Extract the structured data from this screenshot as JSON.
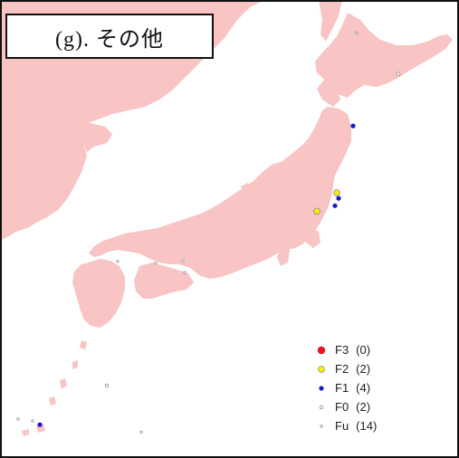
{
  "title": "(g). その他",
  "colors": {
    "land": "#f8c4c4",
    "frame": "#111111",
    "background": "#ffffff"
  },
  "legend": [
    {
      "label": "F3",
      "count": "(0)",
      "color": "#e8141e",
      "size": "large"
    },
    {
      "label": "F2",
      "count": "(2)",
      "color": "#ffee00",
      "size": "medium",
      "outline": "#888888"
    },
    {
      "label": "F1",
      "count": "(4)",
      "color": "#1a1acc",
      "size": "small"
    },
    {
      "label": "F0",
      "count": "(2)",
      "color": "#ffffff",
      "size": "xsmall",
      "outline": "#888888"
    },
    {
      "label": "Fu",
      "count": "(14)",
      "color": "#ffffff",
      "size": "tiny",
      "outline": "#999999"
    }
  ],
  "markers": [
    {
      "class": "F2",
      "lat": 36.9,
      "lon": 140.6
    },
    {
      "class": "F2",
      "lat": 35.9,
      "lon": 139.5
    },
    {
      "class": "F1",
      "lat": 40.5,
      "lon": 141.5
    },
    {
      "class": "F1",
      "lat": 36.6,
      "lon": 140.7
    },
    {
      "class": "F1",
      "lat": 36.2,
      "lon": 140.5
    },
    {
      "class": "F1",
      "lat": 24.4,
      "lon": 124.2
    },
    {
      "class": "F0",
      "lat": 43.3,
      "lon": 144.0
    },
    {
      "class": "F0",
      "lat": 26.5,
      "lon": 127.9
    },
    {
      "class": "Fu",
      "lat": 45.5,
      "lon": 141.7
    },
    {
      "class": "Fu",
      "lat": 33.2,
      "lon": 128.5
    },
    {
      "class": "Fu",
      "lat": 33.1,
      "lon": 130.6
    },
    {
      "class": "Fu",
      "lat": 33.2,
      "lon": 132.1
    },
    {
      "class": "Fu",
      "lat": 32.6,
      "lon": 132.2
    },
    {
      "class": "Fu",
      "lat": 24.7,
      "lon": 123.0
    },
    {
      "class": "Fu",
      "lat": 24.6,
      "lon": 123.8
    },
    {
      "class": "Fu",
      "lat": 24.0,
      "lon": 129.8
    }
  ]
}
